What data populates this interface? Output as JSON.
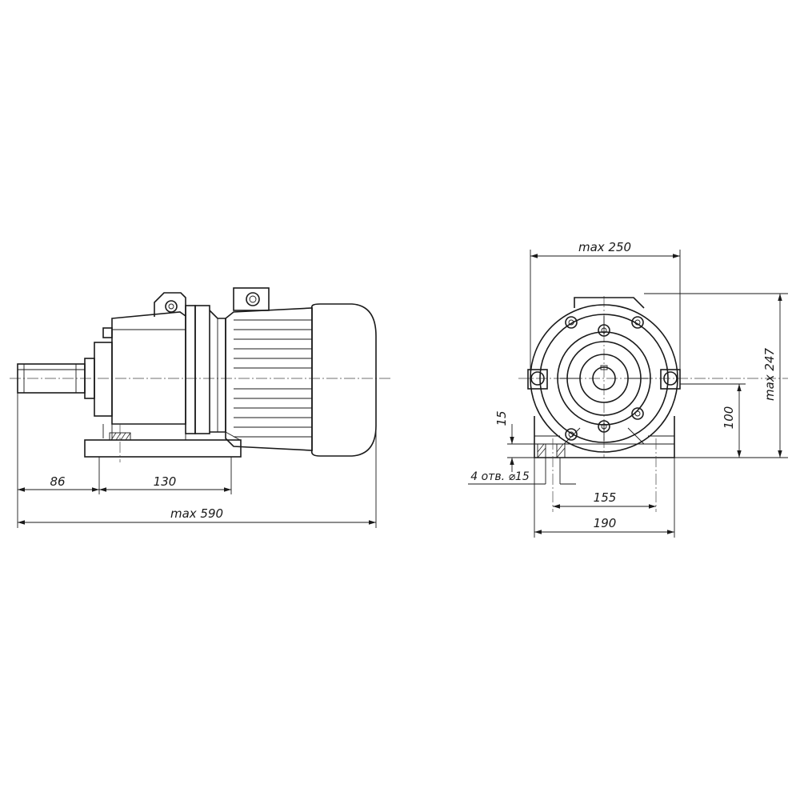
{
  "side_view": {
    "dim_shaft": "86",
    "dim_mount": "130",
    "dim_overall": "max 590"
  },
  "front_view": {
    "dim_width": "max 250",
    "dim_height": "max 247",
    "dim_axis_height": "100",
    "dim_foot": "15",
    "dim_holes": "4 отв. ⌀15",
    "dim_bolt_spacing": "155",
    "dim_base_width": "190"
  }
}
